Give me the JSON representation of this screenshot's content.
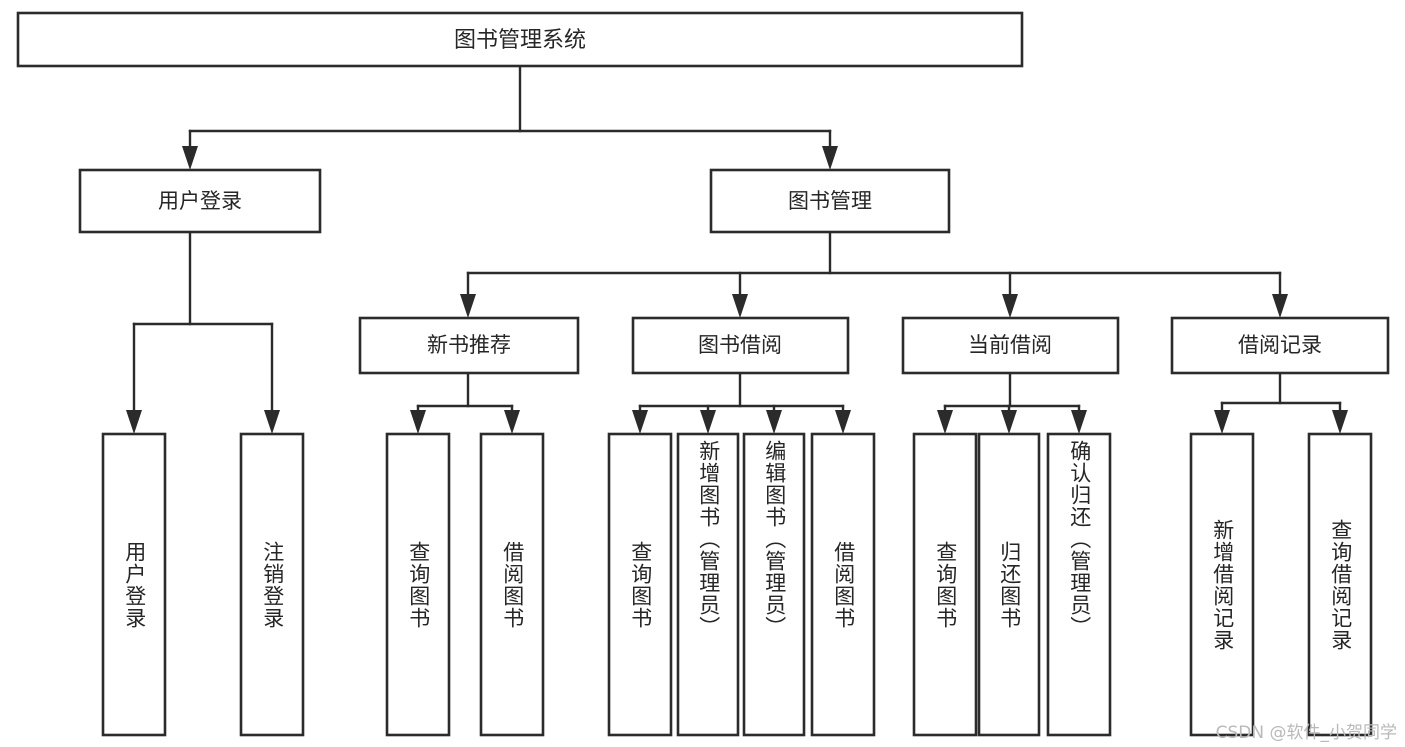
{
  "diagram": {
    "type": "tree",
    "title_node": {
      "id": "root",
      "label": "图书管理系统"
    },
    "level2": [
      {
        "id": "user-login",
        "label": "用户登录"
      },
      {
        "id": "book-management",
        "label": "图书管理"
      }
    ],
    "level3": [
      {
        "id": "new-book-recommend",
        "label": "新书推荐"
      },
      {
        "id": "book-borrow",
        "label": "图书借阅"
      },
      {
        "id": "current-borrow",
        "label": "当前借阅"
      },
      {
        "id": "borrow-record",
        "label": "借阅记录"
      }
    ],
    "leaves": {
      "user_login": [
        {
          "id": "leaf-user-login",
          "label": "用户登录"
        },
        {
          "id": "leaf-user-logout",
          "label": "注销登录"
        }
      ],
      "new_book_recommend": [
        {
          "id": "leaf-query-book-1",
          "label": "查询图书"
        },
        {
          "id": "leaf-borrow-book-1",
          "label": "借阅图书"
        }
      ],
      "book_borrow": [
        {
          "id": "leaf-query-book-2",
          "label": "查询图书"
        },
        {
          "id": "leaf-add-book",
          "label": "新增图书（管理员）"
        },
        {
          "id": "leaf-edit-book",
          "label": "编辑图书（管理员）"
        },
        {
          "id": "leaf-borrow-book-2",
          "label": "借阅图书"
        }
      ],
      "current_borrow": [
        {
          "id": "leaf-query-book-3",
          "label": "查询图书"
        },
        {
          "id": "leaf-return-book",
          "label": "归还图书"
        },
        {
          "id": "leaf-confirm-return",
          "label": "确认归还（管理员）"
        }
      ],
      "borrow_record": [
        {
          "id": "leaf-add-record",
          "label": "新增借阅记录"
        },
        {
          "id": "leaf-query-record",
          "label": "查询借阅记录"
        }
      ]
    }
  },
  "watermark": {
    "text": "CSDN @软件_小贺同学"
  },
  "colors": {
    "stroke": "#2b2b2b",
    "fill": "#ffffff",
    "text": "#262626",
    "watermark": "#b9b9b9"
  }
}
